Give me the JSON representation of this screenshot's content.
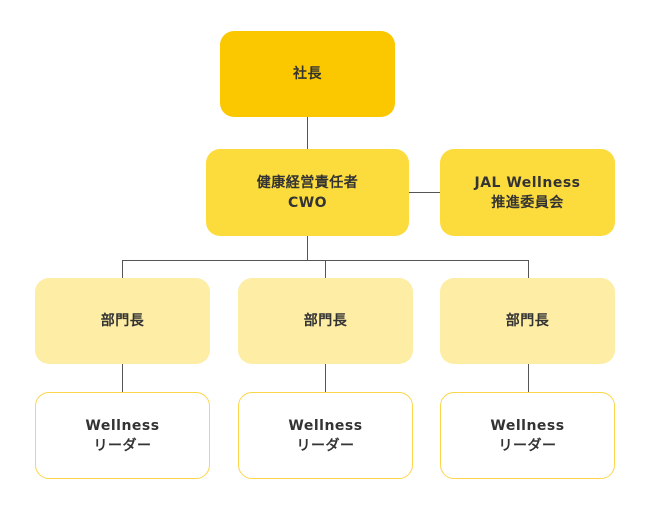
{
  "diagram": {
    "president": {
      "label": "社長"
    },
    "cwo": {
      "line1": "健康経営責任者",
      "line2": "CWO"
    },
    "committee": {
      "line1": "JAL Wellness",
      "line2": "推進委員会"
    },
    "department_heads": [
      {
        "label": "部門長"
      },
      {
        "label": "部門長"
      },
      {
        "label": "部門長"
      }
    ],
    "wellness_leaders": [
      {
        "line1": "Wellness",
        "line2": "リーダー"
      },
      {
        "line1": "Wellness",
        "line2": "リーダー"
      },
      {
        "line1": "Wellness",
        "line2": "リーダー"
      }
    ],
    "colors": {
      "level1": "#fbc800",
      "level2": "#fcdc3d",
      "level3": "#fdeda5",
      "level4_border": "#fbd54a",
      "connector": "#555555"
    }
  }
}
